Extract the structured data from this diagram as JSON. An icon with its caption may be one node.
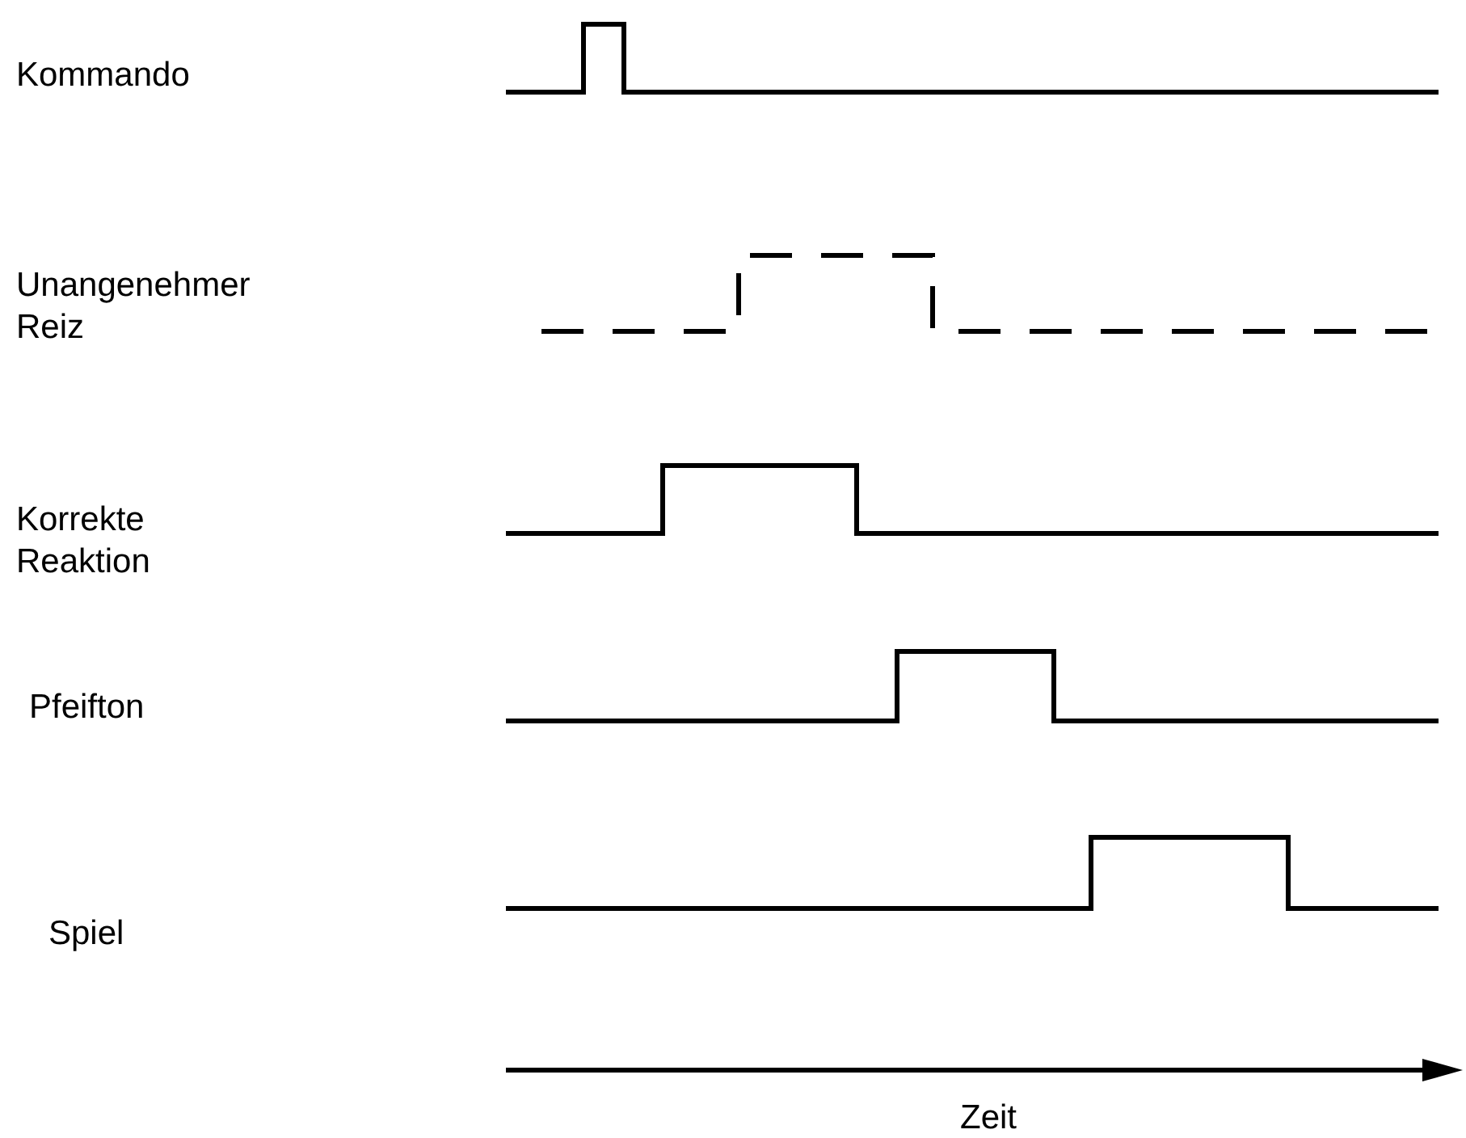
{
  "diagram": {
    "labels": [
      "Kommando",
      "Unangenehmer Reiz",
      "Korrekte Reaktion",
      "Pfeifton",
      "Spiel",
      "Zeit"
    ]
  }
}
